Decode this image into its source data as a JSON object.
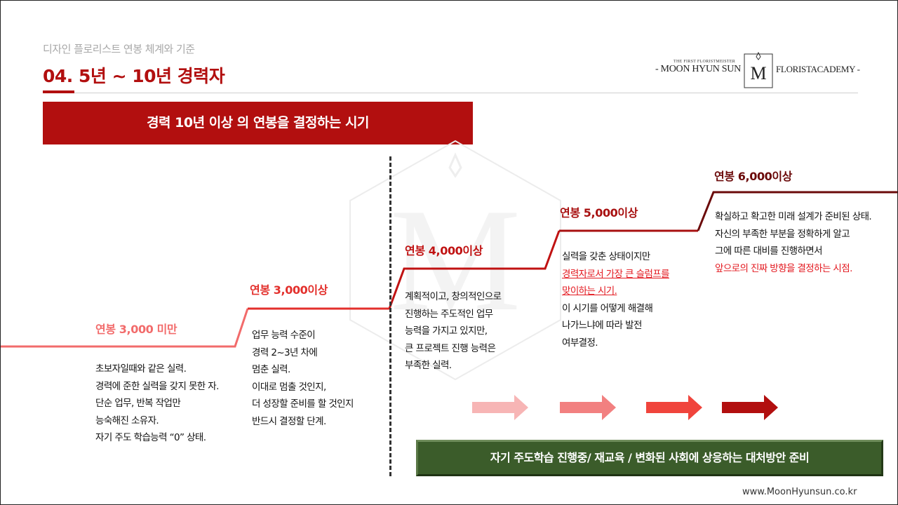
{
  "header": {
    "subtitle": "디자인 플로리스트 연봉 체계와 기준",
    "title": "04. 5년 ~ 10년 경력자"
  },
  "logo": {
    "small_text": "THE FIRST FLORISTMEISTER",
    "name": "- MOON HYUN SUN",
    "academy": "FLORISTACADEMY -"
  },
  "banner": {
    "text": "경력 10년 이상 의 연봉을 결정하는 시기"
  },
  "colors": {
    "brand_red": "#b20f0f",
    "level1": "#f26b6b",
    "level2": "#e3302c",
    "level3": "#c01212",
    "level4": "#a81010",
    "level5": "#6b0a0a",
    "green_box": "#3b5c2a"
  },
  "levels": [
    {
      "label": "연봉 3,000 미만",
      "lines": [
        "초보자일때와 같은 실력.",
        "경력에 준한 실력을 갖지 못한 자.",
        "단순 업무, 반복 작업만",
        "능숙해진 소유자.",
        "자기 주도 학습능력 “0” 상태."
      ]
    },
    {
      "label": "연봉 3,000이상",
      "lines": [
        "업무 능력 수준이",
        "경력 2~3년 차에",
        "멈춘 실력.",
        "이대로 멈출 것인지,",
        "더 성장할 준비를 할 것인지",
        "반드시 결정할 단계."
      ]
    },
    {
      "label": "연봉 4,000이상",
      "lines": [
        "계획적이고, 창의적인으로",
        "진행하는 주도적인 업무",
        "능력을 가지고 있지만,",
        "큰 프로젝트 진행 능력은",
        "부족한 실력."
      ]
    },
    {
      "label": "연봉 5,000이상",
      "lines": [
        "실력을 갖춘 상태이지만"
      ],
      "highlight_lines": [
        "경력자로서 가장 큰 슬럼프를",
        "맞이하는 시기."
      ],
      "after_lines": [
        "이 시기를 어떻게 해결해",
        "나가느냐에 따라 발전",
        "여부결정."
      ]
    },
    {
      "label": "연봉 6,000이상",
      "lines": [
        "확실하고 확고한 미래 설계가 준비된 상태.",
        "자신의 부족한 부분을 정확하게 알고",
        "그에 따른 대비를 진행하면서"
      ],
      "red_line": "앞으로의 진짜  방향을 결정하는 시점."
    }
  ],
  "arrows": [
    {
      "name": "arrow-1",
      "color": "#f7b5b5"
    },
    {
      "name": "arrow-2",
      "color": "#f28080"
    },
    {
      "name": "arrow-3",
      "color": "#f0443c"
    },
    {
      "name": "arrow-4",
      "color": "#b20f0f"
    }
  ],
  "green_box": {
    "text": "자기 주도학습 진행중/ 재교육 / 변화된 사회에 상응하는 대처방안 준비"
  },
  "footer": {
    "website": "www.MoonHyunsun.co.kr"
  }
}
